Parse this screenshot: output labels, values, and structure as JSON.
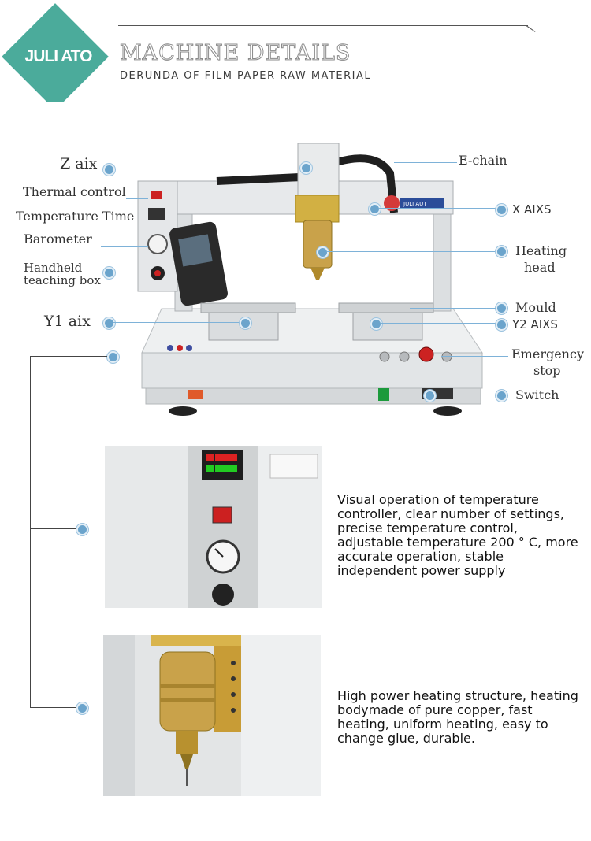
{
  "header": {
    "logo": "JULI ATO",
    "title": "MACHINE DETAILS",
    "subtitle": "DERUNDA OF FILM PAPER RAW MATERIAL"
  },
  "machine": {
    "brand_plate": "JULI AUT",
    "callouts": {
      "z_axis": "Z aix",
      "e_chain": "E-chain",
      "thermal_control": "Thermal control",
      "temperature_time": "Temperature Time",
      "x_axis": "X AIXS",
      "barometer": "Barometer",
      "heating_head_1": "Heating",
      "heating_head_2": "head",
      "handheld_1": "Handheld",
      "handheld_2": "teaching box",
      "mould": "Mould",
      "y1_axis": "Y1 aix",
      "y2_axis": "Y2 AIXS",
      "emergency_1": "Emergency",
      "emergency_2": "stop",
      "switch": "Switch"
    }
  },
  "details": [
    {
      "text": "Visual operation of temperature controller, clear number of settings, precise temperature control, adjustable temperature 200 ° C, more accurate operation, stable independent power supply"
    },
    {
      "text": "High power heating structure, heating bodymade of pure copper, fast heating, uniform heating, easy to change glue, durable."
    }
  ],
  "colors": {
    "logo": "#4bab9b",
    "callout_dot": "#6ba4cc",
    "copper": "#c9a24a",
    "frame": "#d7dadd"
  }
}
